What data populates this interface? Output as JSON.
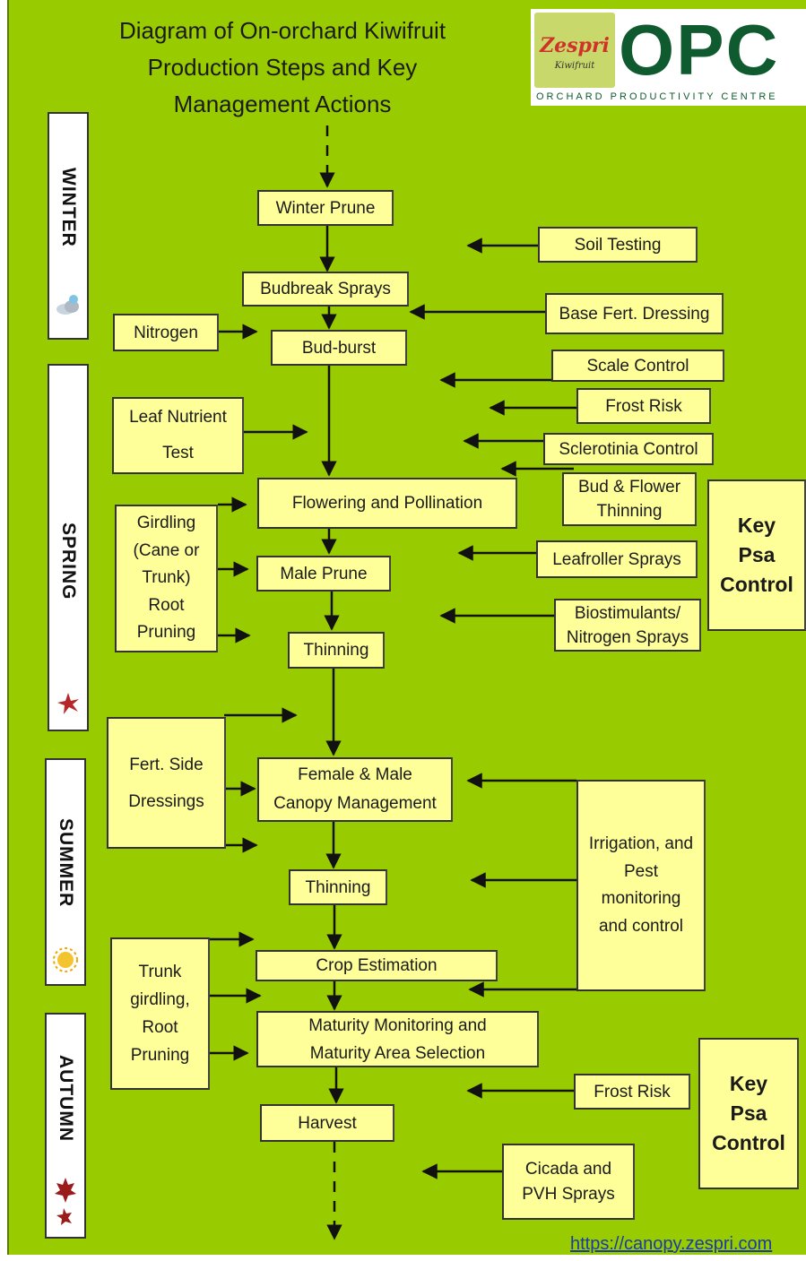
{
  "title": "Diagram of On-orchard Kiwifruit\nProduction Steps and Key\nManagement Actions",
  "logos": {
    "zespri_word": "Zespri",
    "zespri_sub": "Kiwifruit",
    "opc_word": "OPC",
    "opc_sub": "ORCHARD PRODUCTIVITY CENTRE"
  },
  "seasons": [
    {
      "label": "WINTER",
      "icon": "snow-cloud-icon"
    },
    {
      "label": "SPRING",
      "icon": "flower-icon"
    },
    {
      "label": "SUMMER",
      "icon": "sun-icon"
    },
    {
      "label": "AUTUMN",
      "icon": "maple-leaf-icon"
    }
  ],
  "steps": [
    "Winter Prune",
    "Budbreak Sprays",
    "Bud-burst",
    "Flowering and Pollination",
    "Male Prune",
    "Thinning",
    "Female & Male\nCanopy Management",
    "Thinning",
    "Crop Estimation",
    "Maturity Monitoring and\nMaturity Area Selection",
    "Harvest"
  ],
  "left_actions": [
    "Nitrogen",
    "Leaf Nutrient\nTest",
    "Girdling\n(Cane or\nTrunk)\nRoot\nPruning",
    "Fert. Side\nDressings",
    "Trunk\ngirdling,\nRoot\nPruning"
  ],
  "right_actions": [
    "Soil Testing",
    "Base Fert. Dressing",
    "Scale Control",
    "Frost Risk",
    "Sclerotinia Control",
    "Bud & Flower\nThinning",
    "Leafroller Sprays",
    "Biostimulants/\nNitrogen Sprays",
    "Irrigation, and\nPest\nmonitoring\nand control",
    "Frost Risk",
    "Cicada and\nPVH Sprays"
  ],
  "key_psa": [
    "Key\nPsa\nControl",
    "Key\nPsa\nControl"
  ],
  "colors": {
    "background": "#99cc00",
    "box": "#ffff99",
    "logo_green": "#0f5a2e"
  },
  "link": "https://canopy.zespri.com"
}
